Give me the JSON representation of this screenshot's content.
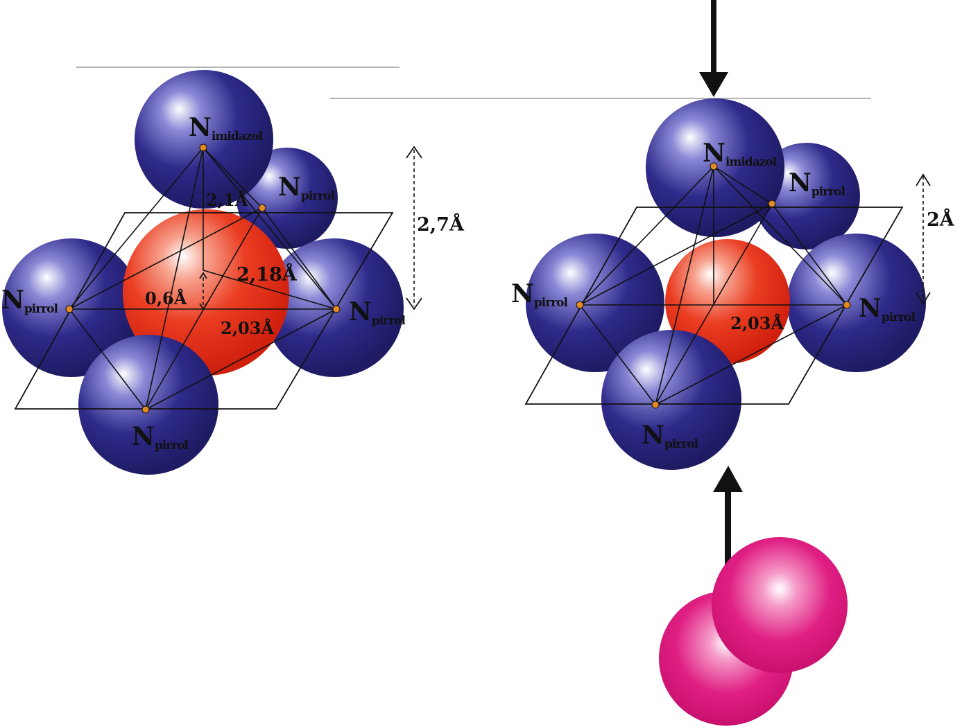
{
  "colors": {
    "nitrogen": "#23207a",
    "iron": "#e12b17",
    "oxygen": "#e0137c",
    "lines": "#111111",
    "reference_line": "#9a9a9a"
  },
  "left": {
    "n_imidazol": {
      "main": "N",
      "sub": "imidazol"
    },
    "n_pirrol_back": {
      "main": "N",
      "sub": "pirrol"
    },
    "n_pirrol_left": {
      "main": "N",
      "sub": "pirrol"
    },
    "n_pirrol_right": {
      "main": "N",
      "sub": "pirrol"
    },
    "n_pirrol_front": {
      "main": "N",
      "sub": "pirrol"
    },
    "dist_fe_nim": "2,1Å",
    "dist_fe_np_apex": "2,18Å",
    "dist_fe_np_plane": "2,03Å",
    "displacement": "0,6Å",
    "height": "2,7Å"
  },
  "right": {
    "n_imidazol": {
      "main": "N",
      "sub": "imidazol"
    },
    "n_pirrol_back": {
      "main": "N",
      "sub": "pirrol"
    },
    "n_pirrol_left": {
      "main": "N",
      "sub": "pirrol"
    },
    "n_pirrol_right": {
      "main": "N",
      "sub": "pirrol"
    },
    "n_pirrol_front": {
      "main": "N",
      "sub": "pirrol"
    },
    "dist_fe_np_plane": "2,03Å",
    "height": "2Å"
  }
}
